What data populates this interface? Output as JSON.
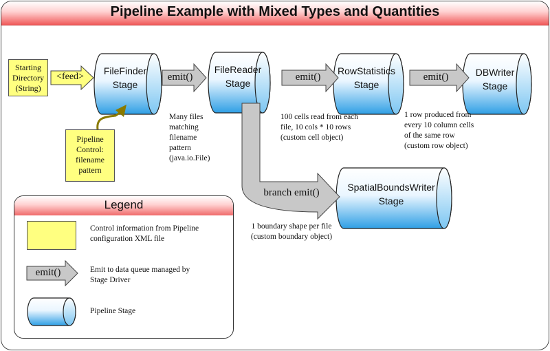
{
  "title": "Pipeline Example with Mixed Types and Quantities",
  "input": {
    "starting_directory": [
      "Starting",
      "Directory",
      "(String)"
    ],
    "feed_label": "<feed>"
  },
  "stages": {
    "filefinder": [
      "FileFinder",
      "Stage"
    ],
    "filereader": [
      "FileReader",
      "Stage"
    ],
    "rowstatistics": [
      "RowStatistics",
      "Stage"
    ],
    "dbwriter": [
      "DBWriter",
      "Stage"
    ],
    "spatialboundswriter": [
      "SpatialBoundsWriter",
      "Stage"
    ]
  },
  "arrows": {
    "emit": "emit()",
    "branch_emit": "branch emit()"
  },
  "control": [
    "Pipeline",
    "Control:",
    "filename",
    "pattern"
  ],
  "notes": {
    "files": [
      "Many files",
      "matching",
      "filename",
      "pattern",
      "(java.io.File)"
    ],
    "cells": [
      "100 cells  read from each",
      "file, 10 cols * 10 rows",
      "(custom cell object)"
    ],
    "rows": [
      "1 row produced from",
      "every 10 column cells",
      "of the same row",
      "(custom row object)"
    ],
    "boundary": [
      "1 boundary shape per file",
      "(custom boundary object)"
    ]
  },
  "legend": {
    "title": "Legend",
    "control_text": [
      "Control information from Pipeline",
      "configuration XML file"
    ],
    "emit_label": "emit()",
    "emit_text": [
      "Emit to data queue managed by",
      "Stage Driver"
    ],
    "stage_text": "Pipeline Stage"
  },
  "colors": {
    "title_gradient_bottom": "#f05a5a",
    "stage_top": "#ffffff",
    "stage_bottom": "#3aa8e8",
    "control_fill": "#ffff80",
    "arrow_fill": "#c8c8c8",
    "control_arrow": "#8a7a00"
  }
}
